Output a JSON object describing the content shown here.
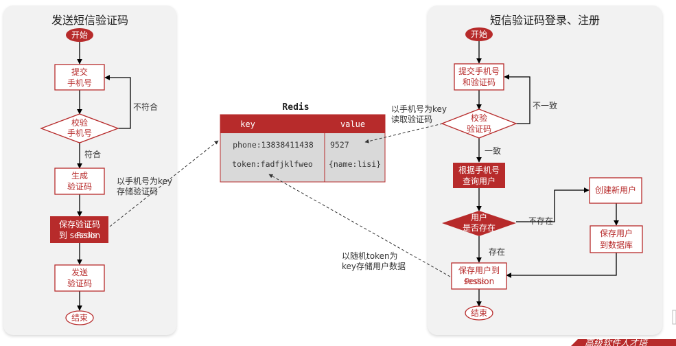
{
  "left": {
    "title": "发送短信验证码",
    "start": "开始",
    "submit": [
      "提交",
      "手机号"
    ],
    "validate": [
      "校验",
      "手机号"
    ],
    "not_match": "不符合",
    "match": "符合",
    "generate": [
      "生成",
      "验证码"
    ],
    "save": [
      "保存验证码",
      "到 session"
    ],
    "save_overlay": "Redis",
    "send": [
      "发送",
      "验证码"
    ],
    "end": "结束",
    "store_note": [
      "以手机号为key",
      "存储验证码"
    ]
  },
  "redis": {
    "title": "Redis",
    "col_key": "key",
    "col_value": "value",
    "rows": [
      {
        "key": "phone:13838411438",
        "value": "9527"
      },
      {
        "key": "token:fadfjklfweo",
        "value": "{name:lisi}"
      }
    ]
  },
  "right": {
    "title": "短信验证码登录、注册",
    "start": "开始",
    "submit": [
      "提交手机号",
      "和验证码"
    ],
    "validate": [
      "校验",
      "验证码"
    ],
    "inconsistent": "不一致",
    "consistent": "一致",
    "query": [
      "根据手机号",
      "查询用户"
    ],
    "exists_q": [
      "用户",
      "是否存在"
    ],
    "not_exist": "不存在",
    "exist": "存在",
    "create": "创建新用户",
    "save_db": [
      "保存用户",
      "到数据库"
    ],
    "save_user": [
      "保存用户到",
      "session"
    ],
    "save_user_overlay": "Redis",
    "end": "结束",
    "read_note": [
      "以手机号为key",
      "读取验证码"
    ],
    "token_note": [
      "以随机token为",
      "key存储用户数据"
    ]
  },
  "footer": {
    "brand": "高级软件人才培"
  },
  "colors": {
    "accent": "#b72b2b",
    "panel": "#f2f2f2",
    "table": "#d9d9d9"
  }
}
